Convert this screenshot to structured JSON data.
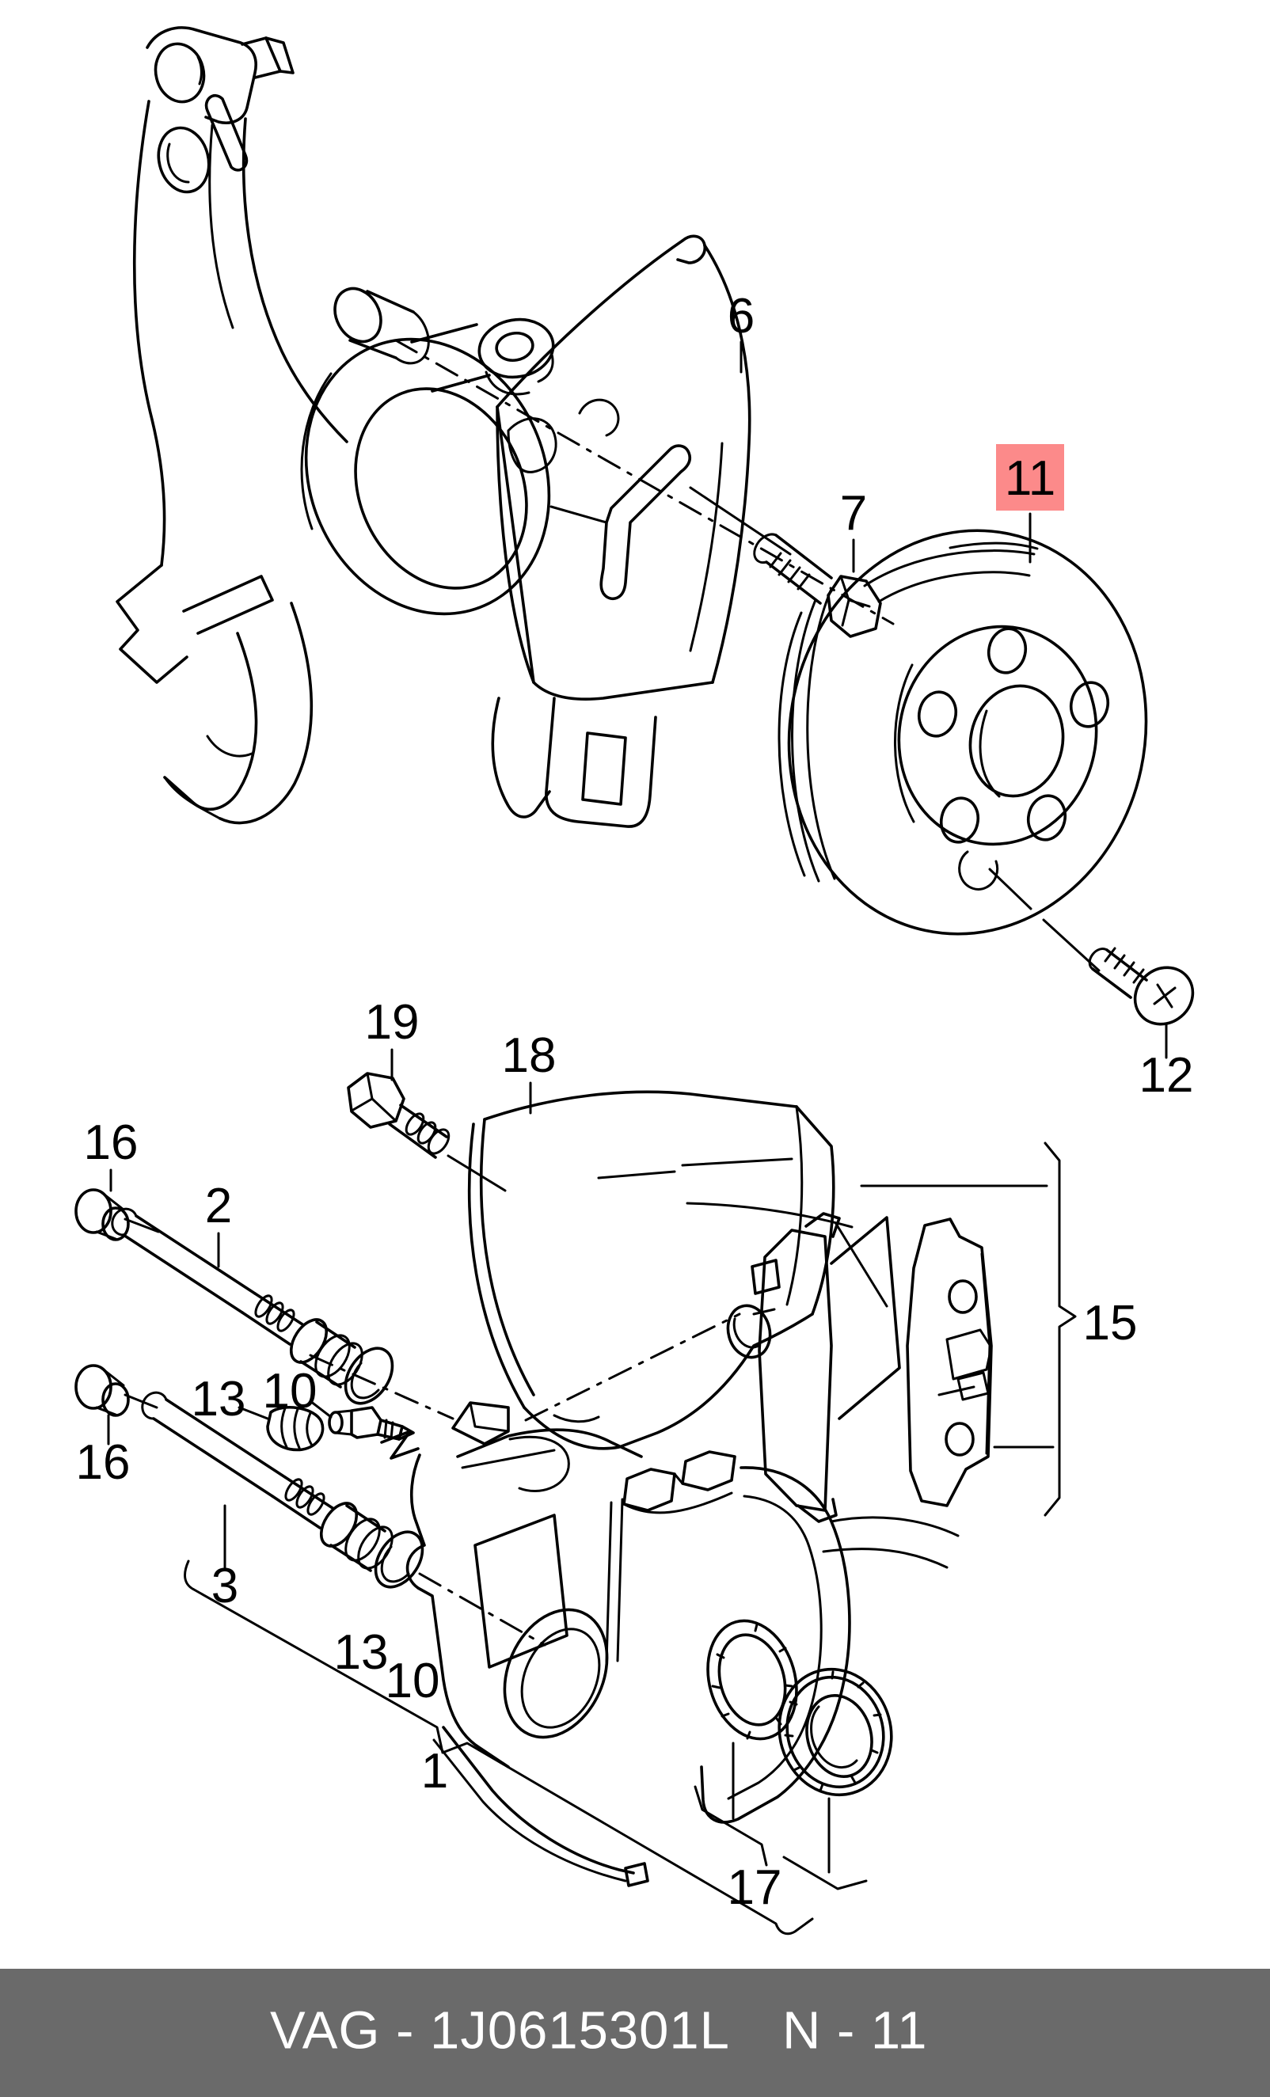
{
  "document": {
    "type": "parts-catalog-exploded-diagram",
    "subject": "front brake assembly"
  },
  "colors": {
    "background": "#ffffff",
    "line": "#000000",
    "highlight_bg": "#fc8a8a",
    "highlight_fg": "#7c0c0c",
    "footer_bg": "#6a6a6a",
    "footer_fg": "#ffffff"
  },
  "footer": {
    "catalog_code": "VAG - 1J0615301L",
    "page_ref": "N - 11"
  },
  "labels": {
    "n1": "1",
    "n2": "2",
    "n3": "3",
    "n6": "6",
    "n7": "7",
    "n10": "10",
    "n11": "11",
    "n12": "12",
    "n13": "13",
    "n15": "15",
    "n16": "16",
    "n17": "17",
    "n18": "18",
    "n19": "19"
  }
}
